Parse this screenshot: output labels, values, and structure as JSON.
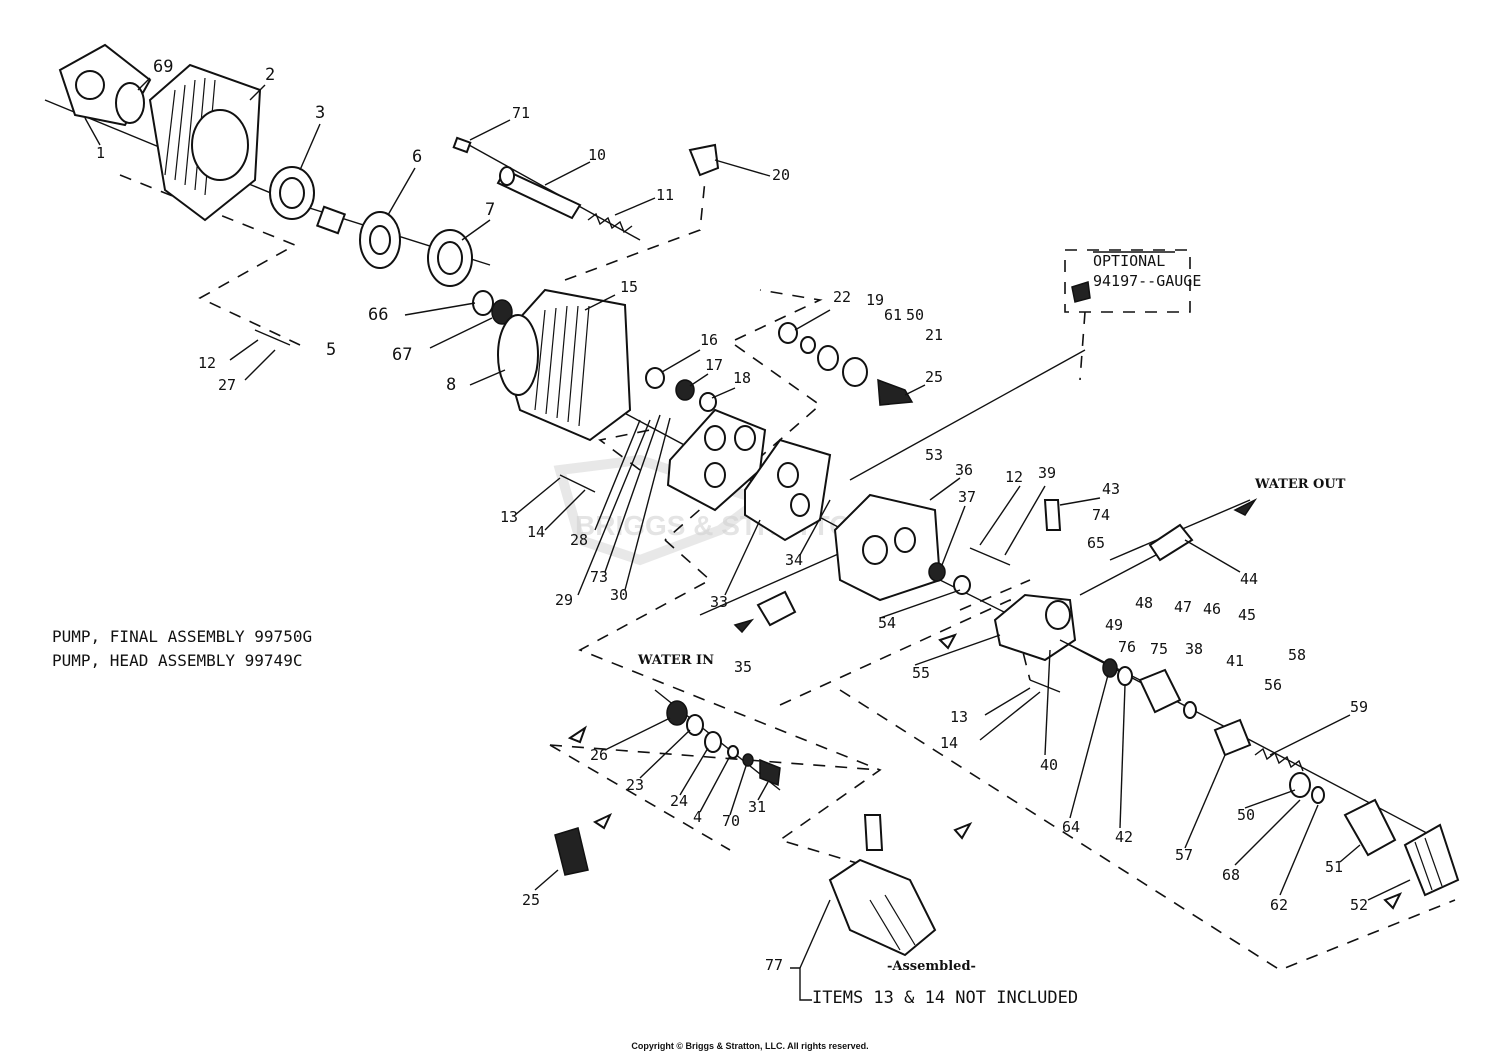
{
  "captions": {
    "final_assembly": "PUMP, FINAL ASSEMBLY 99750G",
    "head_assembly": "PUMP, HEAD ASSEMBLY 99749C"
  },
  "optional_box": {
    "title": "OPTIONAL",
    "part": "94197--GAUGE"
  },
  "annotations": {
    "water_out": "WATER OUT",
    "water_in": "WATER IN",
    "assembled": "-Assembled-",
    "not_included": "ITEMS 13 & 14 NOT INCLUDED"
  },
  "watermark": "BRIGGS & STRATTON",
  "copyright": "Copyright © Briggs & Stratton, LLC. All rights reserved.",
  "labels": [
    "69",
    "2",
    "1",
    "3",
    "6",
    "71",
    "10",
    "20",
    "11",
    "7",
    "5",
    "66",
    "67",
    "12",
    "27",
    "15",
    "8",
    "22",
    "19",
    "61",
    "50",
    "21",
    "25",
    "16",
    "17",
    "18",
    "13",
    "14",
    "28",
    "29",
    "73",
    "30",
    "33",
    "53",
    "36",
    "12",
    "39",
    "43",
    "37",
    "34",
    "74",
    "65",
    "44",
    "48",
    "47",
    "46",
    "45",
    "49",
    "54",
    "35",
    "55",
    "76",
    "75",
    "38",
    "41",
    "58",
    "56",
    "13",
    "14",
    "40",
    "64",
    "42",
    "59",
    "57",
    "50",
    "68",
    "62",
    "51",
    "52",
    "26",
    "23",
    "24",
    "4",
    "70",
    "31",
    "25",
    "77"
  ]
}
